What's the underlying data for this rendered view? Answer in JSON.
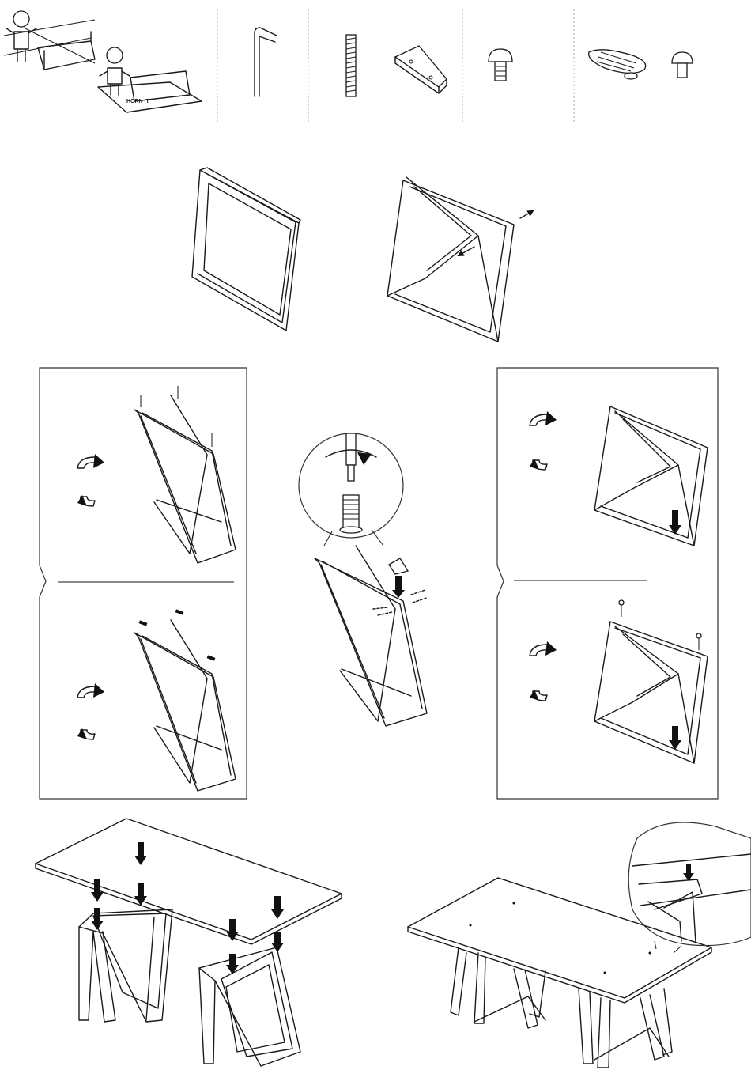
{
  "document": {
    "type": "assembly-instructions",
    "brand_label": "HORN IT"
  },
  "parts": [
    {
      "name": "allen-key"
    },
    {
      "name": "threaded-rod"
    },
    {
      "name": "corner-bracket"
    },
    {
      "name": "mushroom-bolt"
    },
    {
      "name": "felt-glide-pad"
    },
    {
      "name": "small-cap-bolt"
    }
  ],
  "steps": [
    {
      "name": "rectangular-frame"
    },
    {
      "name": "folded-diamond-frame"
    },
    {
      "name": "insert-top-bolts"
    },
    {
      "name": "insert-top-caps"
    },
    {
      "name": "screw-rod-into-insert"
    },
    {
      "name": "push-diagonal-down"
    },
    {
      "name": "bolt-diagonal-frame"
    },
    {
      "name": "place-tabletop-on-trestles"
    },
    {
      "name": "finished-table-with-detail"
    }
  ],
  "colors": {
    "line": "#1a1a1a",
    "panel_border": "#333333",
    "background": "#ffffff"
  }
}
